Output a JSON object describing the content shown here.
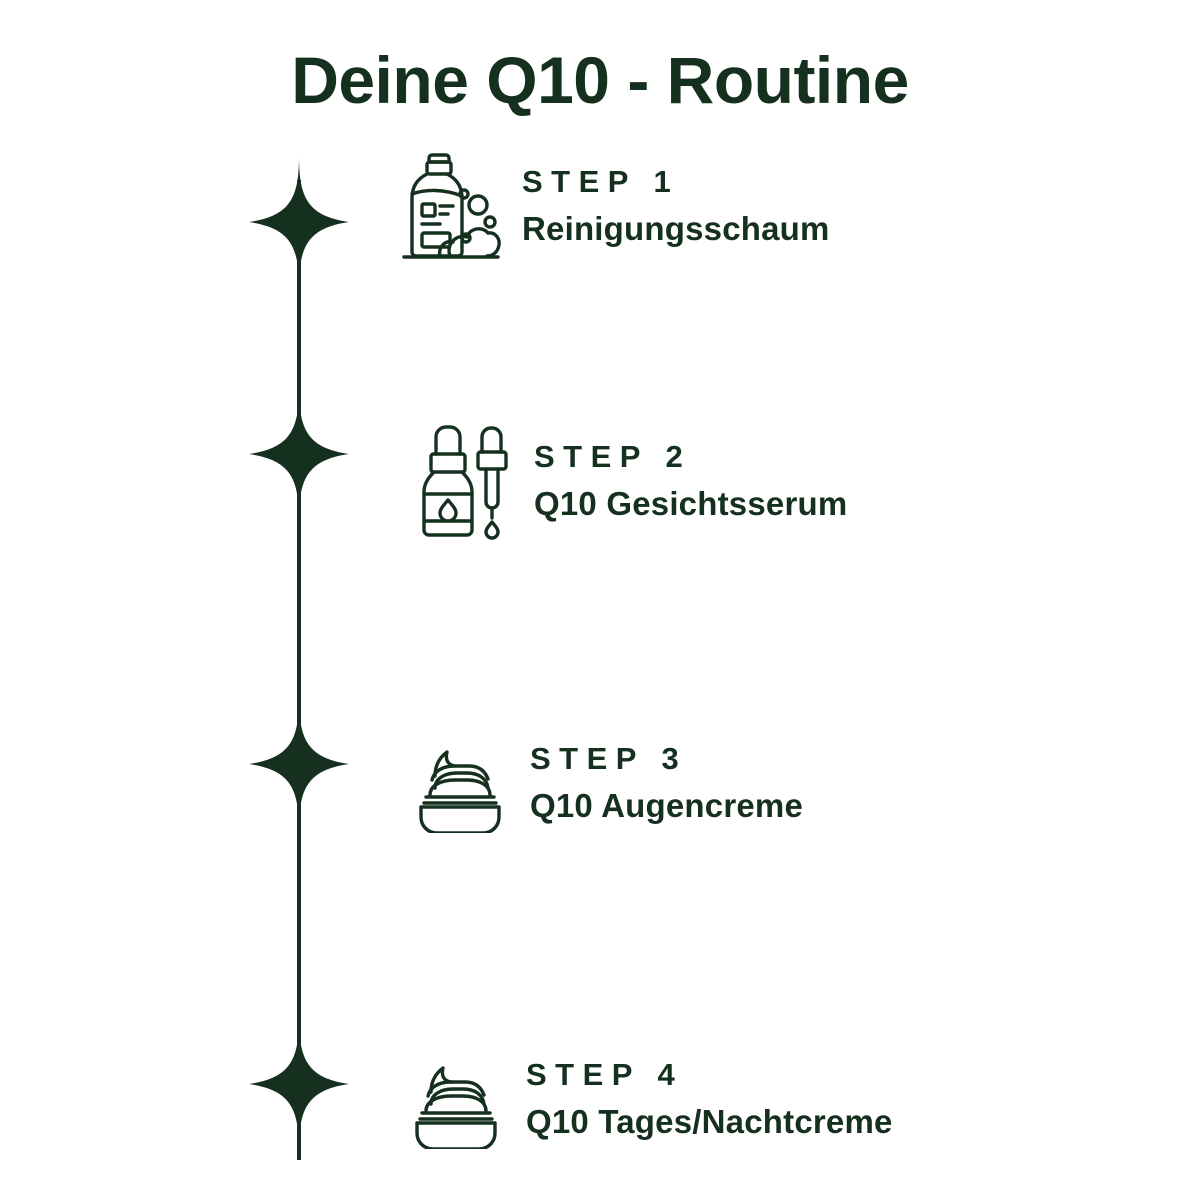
{
  "theme": {
    "background": "#ffffff",
    "ink": "#16301f",
    "accent": "#16301f"
  },
  "header": {
    "title": "Deine Q10 - Routine"
  },
  "timeline": {
    "marker_icon": "four-point-sparkle-icon",
    "marker_count": 4,
    "rail_orientation": "vertical"
  },
  "steps": [
    {
      "kicker": "STEP 1",
      "label": "Reinigungsschaum",
      "icon": "cleanser-bottle-foam-icon"
    },
    {
      "kicker": "STEP 2",
      "label": "Q10 Gesichtsserum",
      "icon": "serum-dropper-bottle-icon"
    },
    {
      "kicker": "STEP 3",
      "label": "Q10 Augencreme",
      "icon": "cream-jar-icon"
    },
    {
      "kicker": "STEP 4",
      "label": "Q10 Tages/Nachtcreme",
      "icon": "cream-jar-icon"
    }
  ]
}
